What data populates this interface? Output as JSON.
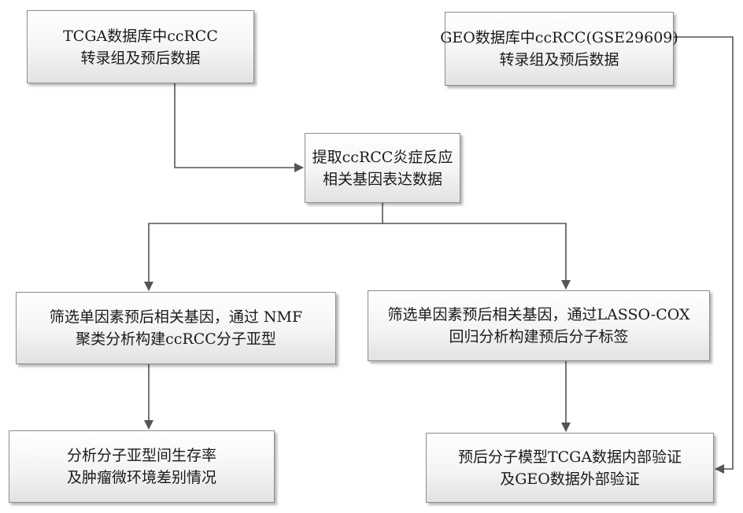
{
  "nodes": {
    "tcga": {
      "line1": "TCGA数据库中ccRCC",
      "line2": "转录组及预后数据"
    },
    "geo": {
      "line1": "GEO数据库中ccRCC(GSE29609)",
      "line2": "转录组及预后数据"
    },
    "extract": {
      "line1": "提取ccRCC炎症反应",
      "line2": "相关基因表达数据"
    },
    "nmf": {
      "line1": "筛选单因素预后相关基因，通过 NMF",
      "line2": "聚类分析构建ccRCC分子亚型"
    },
    "lasso": {
      "line1": "筛选单因素预后相关基因，通过LASSO-COX",
      "line2": "回归分析构建预后分子标签"
    },
    "survival": {
      "line1": "分析分子亚型间生存率",
      "line2": "及肿瘤微环境差别情况"
    },
    "validate": {
      "line1": "预后分子模型TCGA数据内部验证",
      "line2": "及GEO数据外部验证"
    }
  },
  "style": {
    "line_color": "#555555",
    "box_border": "#8c8c8c",
    "text_color": "#1a1a1a"
  }
}
